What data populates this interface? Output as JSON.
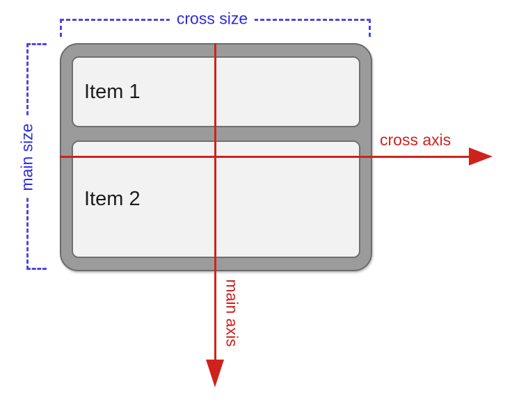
{
  "diagram": {
    "title_implied": "flexbox column axes diagram",
    "cross_size_label": "cross size",
    "main_size_label": "main size",
    "cross_axis_label": "cross axis",
    "main_axis_label": "main axis",
    "items": [
      {
        "label": "Item 1"
      },
      {
        "label": "Item 2"
      }
    ]
  },
  "colors": {
    "bracket_blue": "#2d2ae0",
    "axis_red": "#cf221d",
    "container_fill": "#9b9b9b",
    "container_border": "#6b6b6b",
    "item_fill": "#f2f2f2",
    "item_border": "#6f6f6f",
    "item_text": "#1c1c1c",
    "background": "#ffffff"
  }
}
